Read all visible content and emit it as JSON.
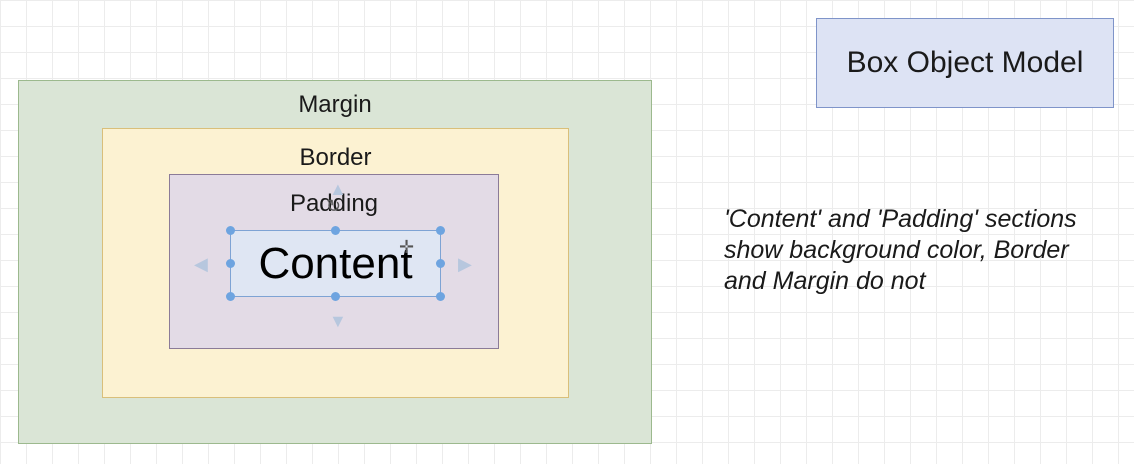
{
  "diagram": {
    "title": "Box Object Model",
    "layers": {
      "margin": "Margin",
      "border": "Border",
      "padding": "Padding",
      "content": "Content"
    },
    "note": "'Content' and 'Padding' sections show background color, Border and Margin do not",
    "colors": {
      "margin_fill": "#dae5d6",
      "border_fill": "#fcf2d2",
      "padding_fill": "#e3dbe6",
      "content_fill": "#dfe6f3",
      "title_fill": "#dde3f4",
      "selection_handle": "#6ea4e0"
    }
  }
}
